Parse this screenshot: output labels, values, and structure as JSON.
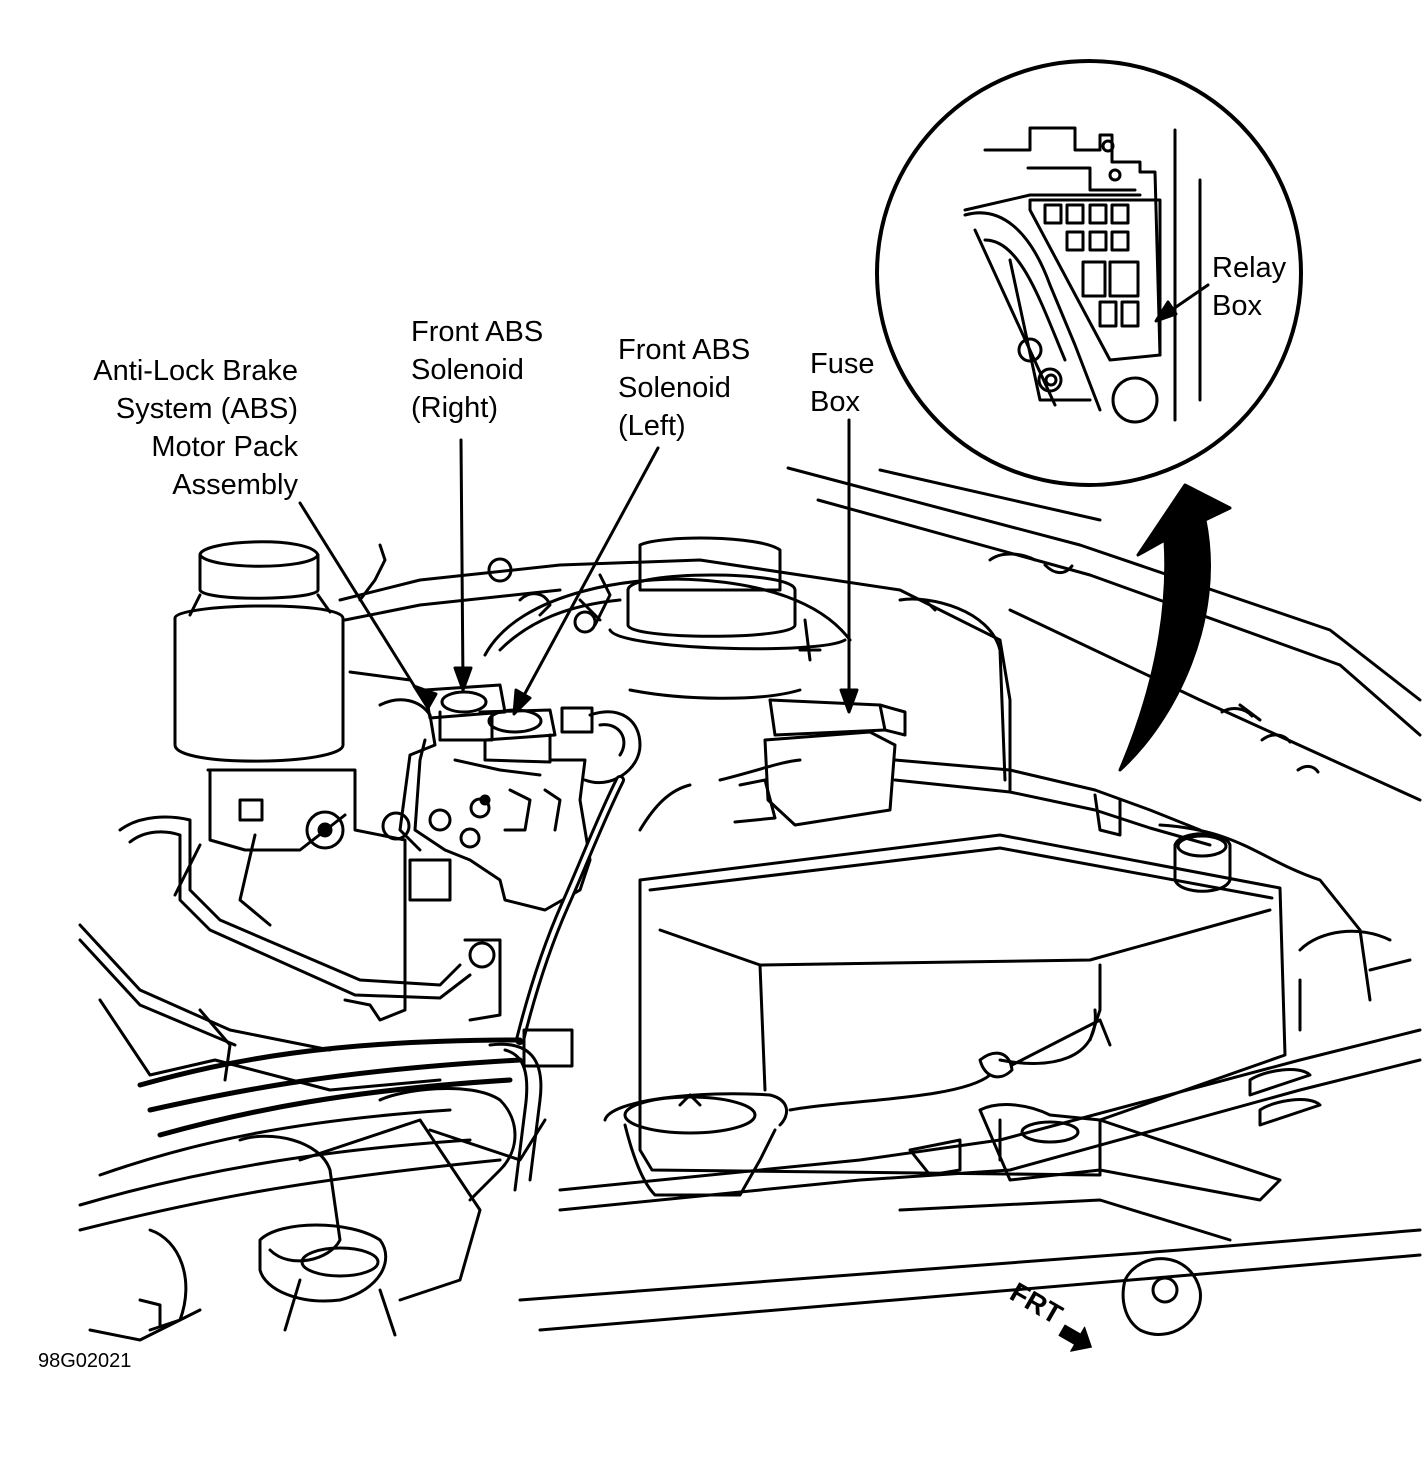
{
  "figure_id": "98G02021",
  "callouts": {
    "abs_motor_pack": [
      "Anti-Lock Brake",
      "System (ABS)",
      "Motor Pack",
      "Assembly"
    ],
    "front_abs_solenoid_right": [
      "Front ABS",
      "Solenoid",
      "(Right)"
    ],
    "front_abs_solenoid_left": [
      "Front ABS",
      "Solenoid",
      "(Left)"
    ],
    "fuse_box": [
      "Fuse",
      "Box"
    ],
    "relay_box": [
      "Relay",
      "Box"
    ]
  },
  "direction_marker": "FRT",
  "colors": {
    "line": "#000000",
    "background": "#ffffff"
  }
}
